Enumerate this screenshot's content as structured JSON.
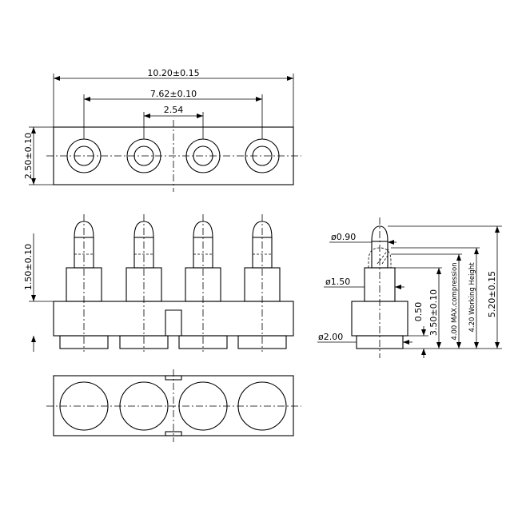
{
  "top_view": {
    "overall_width": "10.20±0.15",
    "outer_pitch": "7.62±0.10",
    "pitch": "2.54",
    "body_height": "2.50±0.10"
  },
  "front_view": {
    "plunger_travel": "1.50±0.10"
  },
  "side_view": {
    "tip_diameter": "ø0.90",
    "barrel_diameter": "ø1.50",
    "base_diameter": "ø2.00",
    "base_height": "0.50",
    "barrel_height": "3.50±0.10",
    "max_compression": "4.00  MAX.compression",
    "working_height": "4.20  Working Height",
    "total_height": "5.20±0.15"
  }
}
